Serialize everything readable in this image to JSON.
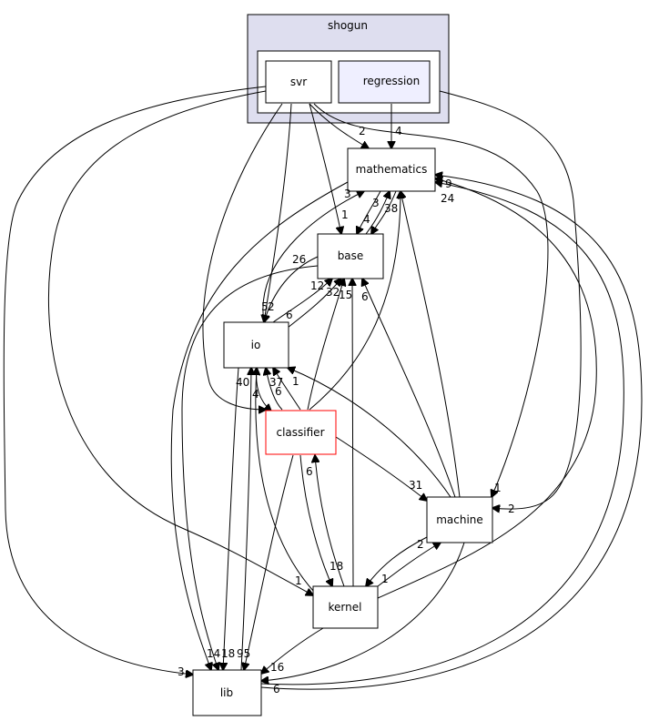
{
  "clusters": {
    "outer": {
      "label": "shogun",
      "fill": "#dedeef",
      "stroke": "#000000"
    },
    "inner": {
      "fill": "#ffffff",
      "stroke": "#000000"
    }
  },
  "nodes": {
    "svr": {
      "label": "svr",
      "fill": "#ffffff",
      "stroke": "#000000"
    },
    "regression": {
      "label": "regression",
      "fill": "#efefff",
      "stroke": "#000000"
    },
    "mathematics": {
      "label": "mathematics",
      "fill": "#ffffff",
      "stroke": "#000000"
    },
    "base": {
      "label": "base",
      "fill": "#ffffff",
      "stroke": "#000000"
    },
    "io": {
      "label": "io",
      "fill": "#ffffff",
      "stroke": "#000000"
    },
    "classifier": {
      "label": "classifier",
      "fill": "#ffffff",
      "stroke": "#ff0000"
    },
    "machine": {
      "label": "machine",
      "fill": "#ffffff",
      "stroke": "#000000"
    },
    "kernel": {
      "label": "kernel",
      "fill": "#ffffff",
      "stroke": "#000000"
    },
    "lib": {
      "label": "lib",
      "fill": "#ffffff",
      "stroke": "#000000"
    }
  },
  "edge_labels": {
    "svr_math": "2",
    "reg_math": "4",
    "svr_base": "1",
    "svr_io": "5",
    "io_base_a": "2",
    "svr_machine": "1",
    "svr_lib": "3",
    "svr_kernel": "1",
    "reg_machine": "2",
    "math_base_3": "3",
    "math_base_4": "4",
    "base_math_38": "38",
    "io_math": "3",
    "base_io": "26",
    "io_base_6": "6",
    "io_base_12": "12",
    "classifier_base": "32",
    "kernel_base": "15",
    "machine_base": "6",
    "lib_base": "6",
    "math_lib_9": "9",
    "math_lib_24": "24",
    "io_lib_4": "4",
    "io_lib_40": "40",
    "classifier_io_37": "37",
    "classifier_io_6": "6",
    "machine_io": "1",
    "io_classifier": "4",
    "machine_classifier": "31",
    "kernel_classifier": "6",
    "classifier_kernel": "18",
    "machine_lib": "2",
    "lib_machine": "2",
    "kernel_machine": "1",
    "lib_14": "14",
    "lib_18": "18",
    "lib_95": "95",
    "kernel_lib": "16",
    "machine_lib_6": "6"
  }
}
